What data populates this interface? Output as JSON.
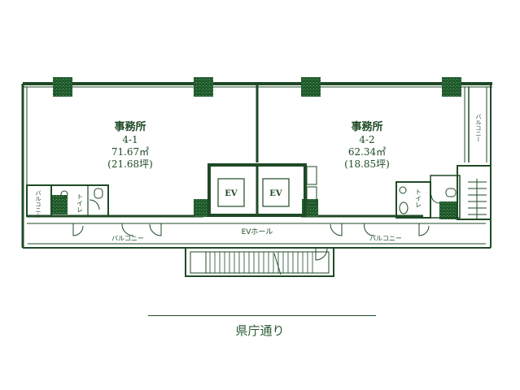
{
  "floor_plan": {
    "colors": {
      "wall": "#1f4a26",
      "column_fill": "#1e5a2a",
      "background": "#ffffff"
    },
    "units": [
      {
        "id": "4-1",
        "type_label": "事務所",
        "number": "4-1",
        "area_m2": "71.67㎡",
        "area_tsubo": "(21.68坪)"
      },
      {
        "id": "4-2",
        "type_label": "事務所",
        "number": "4-2",
        "area_m2": "62.34㎡",
        "area_tsubo": "(18.85坪)"
      }
    ],
    "rooms": {
      "toilet_left": "トイレ",
      "toilet_right": "トイレ",
      "balcony_left_vertical": "バルコニー",
      "balcony_right_vertical": "バルコニー",
      "balcony_bottom_left": "バルコニー",
      "balcony_bottom_right": "バルコニー",
      "ev_hall": "EVホール",
      "elevator_1": "EV",
      "elevator_2": "EV"
    },
    "street": {
      "label": "県庁通り"
    }
  }
}
